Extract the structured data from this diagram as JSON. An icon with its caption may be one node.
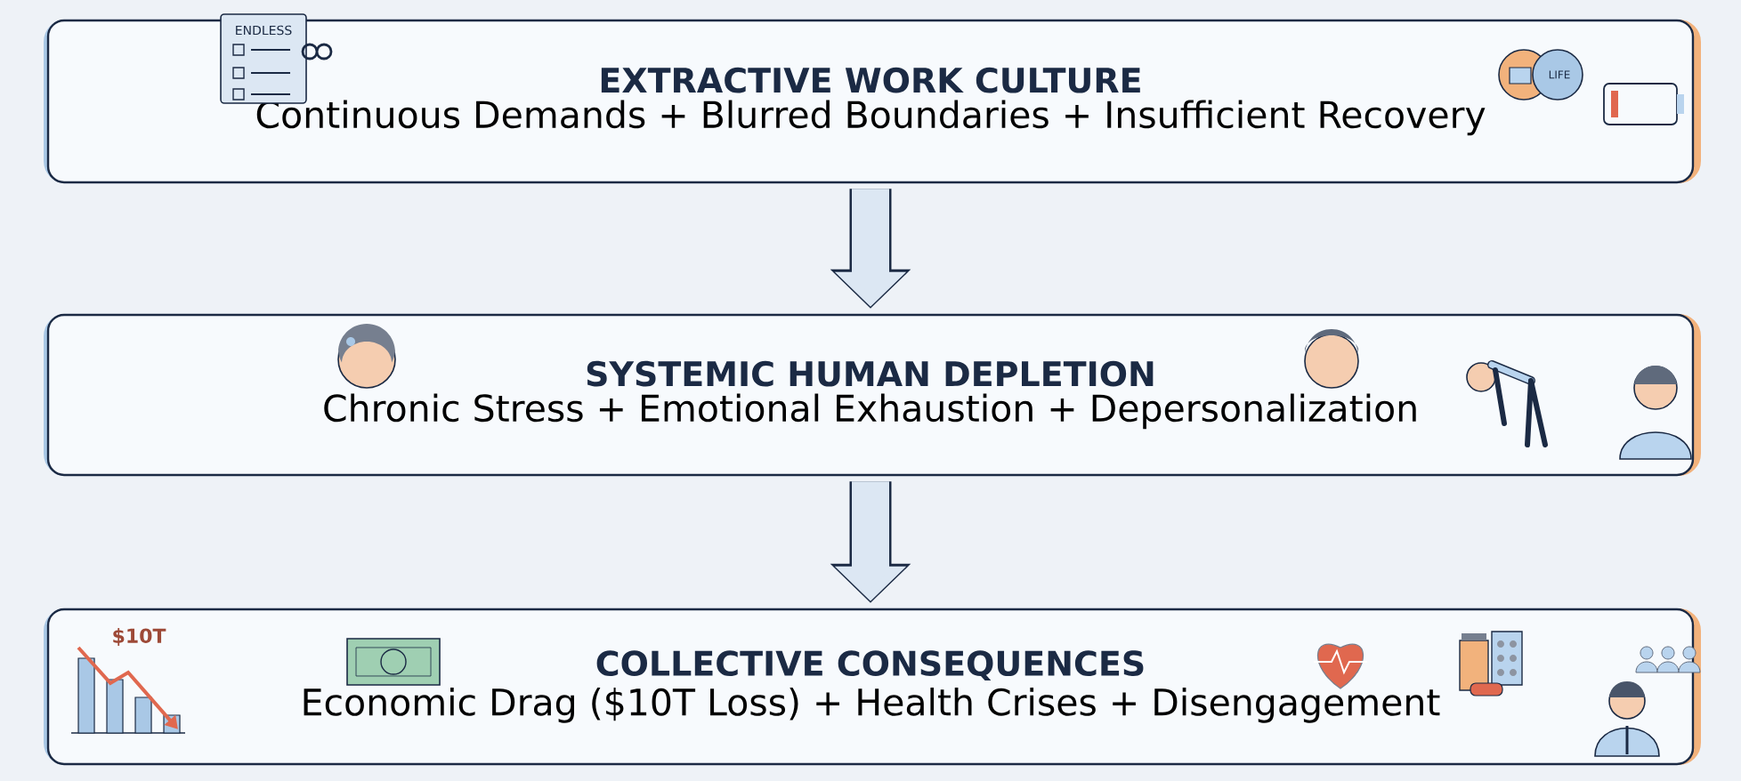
{
  "diagram": {
    "nodes": [
      {
        "text": [
          "EXTRACTIVE WORK CULTURE",
          "Continuous Demands + Blurred Boundaries + Insufficient Recovery"
        ]
      },
      {
        "text": [
          "SYSTEMIC HUMAN DEPLETION",
          "Chronic Stress + Emotional Exhaustion + Depersonalization"
        ]
      },
      {
        "text": [
          "COLLECTIVE CONSEQUENCES",
          "Economic Drag ($10T Loss) + Health Crises + Disengagement"
        ]
      }
    ],
    "edges": [
      {
        "from": 0,
        "to": 1,
        "arrow": "to"
      },
      {
        "from": 1,
        "to": 2,
        "arrow": "to"
      }
    ],
    "labels": [
      "ENDLESS",
      "LIFE",
      "$10T"
    ]
  }
}
